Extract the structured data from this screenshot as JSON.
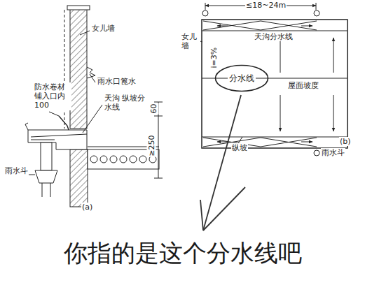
{
  "diagram": {
    "caption": "你指的是这个分水线吧",
    "nodes": [
      {
        "text": [
          "分水线"
        ]
      }
    ],
    "labels": [
      "女儿墙",
      "防水卷材 铺入口内 100",
      "雨水口篦水",
      "天沟 纵坡分水线",
      "60",
      "≥250",
      "雨水斗",
      "(a)",
      "≤18~24m",
      "女儿墙",
      "天沟分水线",
      "i=3%",
      "屋面坡度",
      "纵坡",
      "雨水斗",
      "(b)"
    ]
  }
}
